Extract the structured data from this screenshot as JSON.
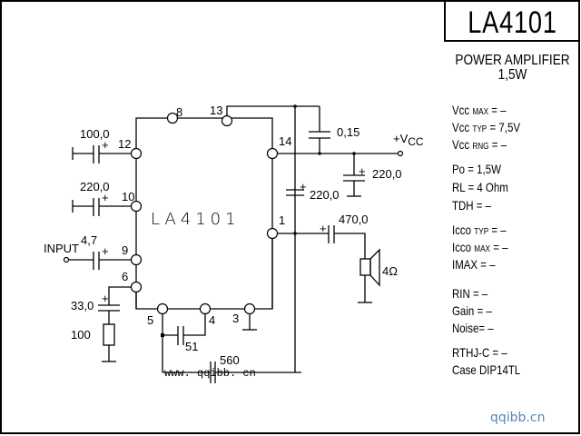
{
  "title": "LA4101",
  "subtitle": "POWER AMPLIFIER",
  "power_rating": "1,5W",
  "specs": {
    "vcc_max": {
      "main": "Vcc",
      "sub": "MAX",
      "value": "=   –"
    },
    "vcc_typ": {
      "main": "Vcc",
      "sub": "TYP",
      "value": "= 7,5V"
    },
    "vcc_rng": {
      "main": "Vcc",
      "sub": "RNG",
      "value": "=   –"
    },
    "po": {
      "main": "Po",
      "sub": "",
      "value": "= 1,5W"
    },
    "rl": {
      "main": "RL",
      "sub": "",
      "value": "= 4 Ohm"
    },
    "tdh": {
      "main": "TDH",
      "sub": "",
      "value": "=   –"
    },
    "icco_typ": {
      "main": "Icco",
      "sub": "TYP",
      "value": "= –"
    },
    "icco_max": {
      "main": "Icco",
      "sub": "MAX",
      "value": "= –"
    },
    "imax": {
      "main": "IMAX",
      "sub": "",
      "value": "=    –"
    },
    "rin": {
      "main": "RIN",
      "sub": "",
      "value": "= –"
    },
    "gain": {
      "main": "Gain",
      "sub": "",
      "value": "= –"
    },
    "noise": {
      "main": "Noise",
      "sub": "",
      "value": "= –"
    },
    "rthj": {
      "main": "RTHJ-C",
      "sub": "",
      "value": "= –"
    },
    "case": {
      "main": "Case",
      "sub": "",
      "value": "DIP14TL"
    }
  },
  "schematic": {
    "ic_label": "LA4101",
    "pins": {
      "p1": "1",
      "p3": "3",
      "p4": "4",
      "p5": "5",
      "p6": "6",
      "p8": "8",
      "p9": "9",
      "p10": "10",
      "p12": "12",
      "p13": "13",
      "p14": "14"
    },
    "components": {
      "c_pin12": "100,0",
      "c_pin10": "220,0",
      "c_input": "4,7",
      "c_pin6": "33,0",
      "r_pin6": "100",
      "c_pin5_4": "51",
      "c_feedback": "560",
      "c_bypass": "0,15",
      "c_vcc": "220,0",
      "c_boot": "220,0",
      "c_out": "470,0",
      "speaker": "4Ω"
    },
    "labels": {
      "input": "INPUT",
      "vcc": "+V",
      "vcc_sub": "CC",
      "plus": "+",
      "url": "www. qqibb. cn"
    }
  },
  "watermark": "qqibb.cn"
}
